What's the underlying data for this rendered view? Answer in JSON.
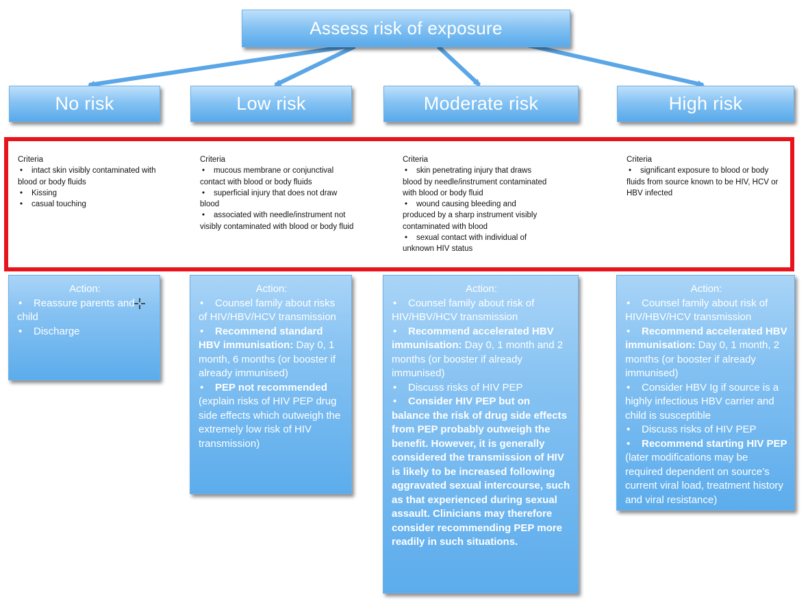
{
  "top": {
    "label": "Assess risk of exposure"
  },
  "categories": [
    {
      "label": "No risk"
    },
    {
      "label": "Low risk"
    },
    {
      "label": "Moderate risk"
    },
    {
      "label": "High risk"
    }
  ],
  "criteria": [
    {
      "title": "Criteria",
      "items": [
        "intact skin visibly contaminated with blood or body fluids",
        "Kissing",
        "casual touching"
      ]
    },
    {
      "title": "Criteria",
      "items": [
        "mucous membrane or conjunctival contact with blood or body fluids",
        "superficial injury that does not draw blood",
        "associated with needle/instrument not visibly contaminated with blood or body fluid"
      ]
    },
    {
      "title": "Criteria",
      "items": [
        "skin penetrating injury that draws blood by needle/instrument contaminated with blood or body fluid",
        "wound causing bleeding and produced by a sharp instrument visibly contaminated with blood",
        "sexual contact with individual of unknown HIV status"
      ]
    },
    {
      "title": "Criteria",
      "items": [
        "significant exposure to blood or body fluids from source known to be HIV, HCV or HBV infected"
      ]
    }
  ],
  "actions": [
    {
      "title": "Action:",
      "items": [
        {
          "bold": "",
          "text": "Reassure parents and child"
        },
        {
          "bold": "",
          "text": "Discharge"
        }
      ]
    },
    {
      "title": "Action:",
      "items": [
        {
          "bold": "",
          "text": "Counsel family about risks of HIV/HBV/HCV transmission"
        },
        {
          "bold": "Recommend standard HBV immunisation:",
          "text": " Day 0, 1 month, 6 months (or booster if already immunised)"
        },
        {
          "bold": "PEP not recommended",
          "text": " (explain risks of HIV PEP drug side effects which outweigh the extremely low risk of HIV transmission)"
        }
      ]
    },
    {
      "title": "Action:",
      "items": [
        {
          "bold": "",
          "text": "Counsel family about risk of HIV/HBV/HCV transmission"
        },
        {
          "bold": "Recommend accelerated HBV immunisation:",
          "text": " Day 0, 1 month and 2 months (or booster if already immunised)"
        },
        {
          "bold": "",
          "text": "Discuss risks of HIV PEP"
        },
        {
          "bold": "Consider HIV PEP but on balance the risk of drug side effects from PEP probably outweigh the benefit. However, it is generally considered the transmission of HIV is likely to be increased following aggravated sexual intercourse, such as that experienced during sexual assault. Clinicians may therefore consider recommending PEP more readily in such situations.",
          "text": ""
        }
      ]
    },
    {
      "title": "Action:",
      "items": [
        {
          "bold": "",
          "text": "Counsel family about risk of HIV/HBV/HCV transmission"
        },
        {
          "bold": "Recommend accelerated HBV immunisation:",
          "text": " Day 0, 1 month, 2 months (or booster if already immunised)"
        },
        {
          "bold": "",
          "text": "Consider HBV Ig if source is a highly infectious HBV carrier and child is susceptible"
        },
        {
          "bold": "",
          "text": "Discuss risks of HIV PEP"
        },
        {
          "bold": "Recommend starting HIV PEP",
          "text": " (later modifications may be required dependent on source’s current viral load, treatment history and viral resistance)"
        }
      ]
    }
  ],
  "colors": {
    "box_fill": "#86c3f3",
    "box_text": "#ffffff",
    "arrow": "#5aa6e6",
    "highlight_border": "#e8141d"
  },
  "icons": {
    "cursor": "crosshair-cursor-icon"
  }
}
